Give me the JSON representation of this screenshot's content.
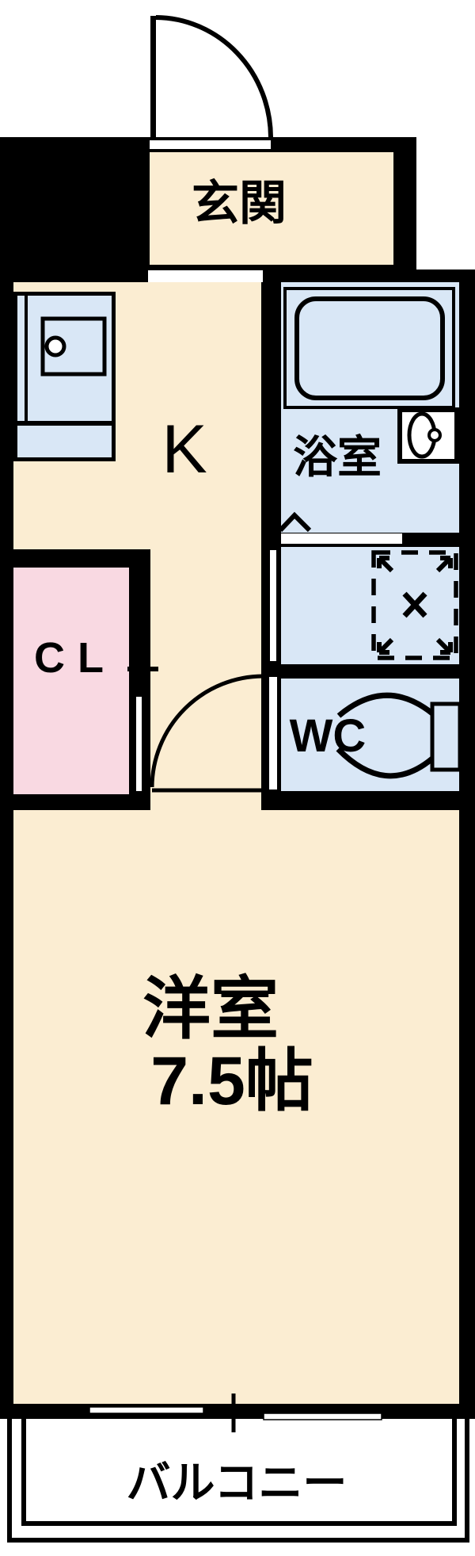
{
  "plan": {
    "kind": "apartment-floor-plan",
    "rooms": {
      "genkan": {
        "label": "玄関"
      },
      "kitchen": {
        "label": "K"
      },
      "bathroom": {
        "label": "浴室"
      },
      "closet": {
        "label": "CL"
      },
      "toilet": {
        "label": "WC"
      },
      "western_room": {
        "label": "洋室",
        "size": "7.5帖"
      },
      "balcony": {
        "label": "バルコニー"
      }
    },
    "fixtures": [
      "entry-door-swing-icon",
      "kitchen-counter-icon",
      "kitchen-sink-icon",
      "bathtub-icon",
      "washbasin-icon",
      "bathroom-door-chevron-icon",
      "washing-machine-pan-icon",
      "toilet-icon",
      "room-door-swing-icon",
      "closet-sliding-door-icon",
      "sliding-window-icon",
      "balcony-rail-icon"
    ],
    "colors": {
      "floor_cream": "#FBEDD2",
      "wet_area_blue": "#D9E7F6",
      "closet_pink": "#F9D9E2",
      "wall_black": "#000000",
      "outside_white": "#FFFFFF"
    }
  }
}
